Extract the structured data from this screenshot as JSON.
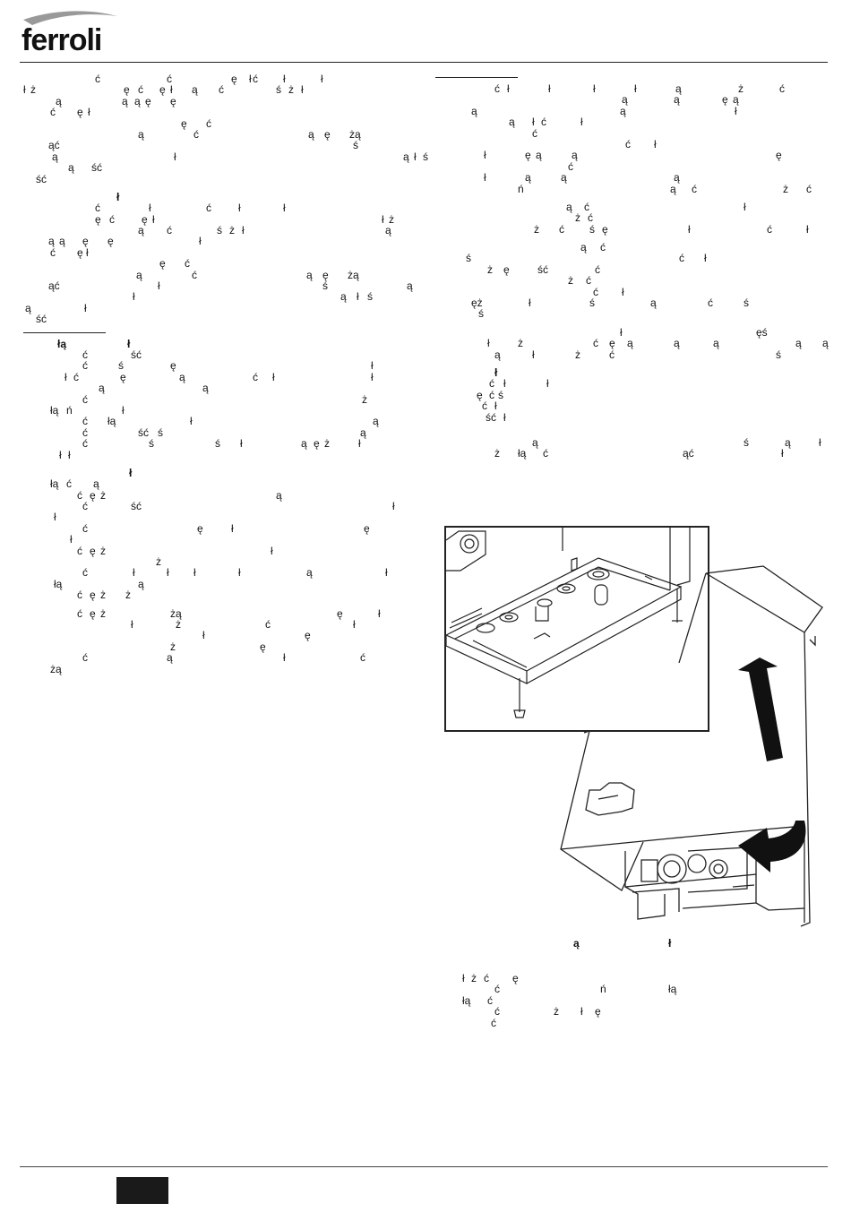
{
  "brand": {
    "logo_text": "ferroli"
  },
  "left_column": [
    [
      [
        80,
        "ć"
      ],
      [
        160,
        "ć"
      ],
      [
        232,
        "ę"
      ],
      [
        252,
        "ł"
      ],
      [
        256,
        "ć"
      ],
      [
        290,
        "ł"
      ],
      [
        332,
        "ł"
      ]
    ],
    [
      [
        0,
        "ł"
      ],
      [
        8,
        "ż"
      ],
      [
        112,
        "ę"
      ],
      [
        128,
        "ć"
      ],
      [
        152,
        "ę"
      ],
      [
        164,
        "ł"
      ],
      [
        188,
        "ą"
      ],
      [
        218,
        "ć"
      ],
      [
        282,
        "ś"
      ],
      [
        296,
        "ż"
      ],
      [
        310,
        "ł"
      ]
    ],
    [
      [
        36,
        "ą"
      ],
      [
        110,
        "ą"
      ],
      [
        124,
        "ą"
      ],
      [
        136,
        "ę"
      ],
      [
        164,
        "ę"
      ]
    ],
    [
      [
        30,
        "ć"
      ],
      [
        60,
        "ę"
      ],
      [
        72,
        "ł"
      ]
    ],
    [
      [
        176,
        "ę"
      ],
      [
        204,
        "ć"
      ]
    ],
    [
      [
        128,
        "ą"
      ],
      [
        190,
        "ć"
      ],
      [
        318,
        "ą"
      ],
      [
        336,
        "ę"
      ],
      [
        364,
        "żą"
      ]
    ],
    [
      [
        28,
        "ąć"
      ],
      [
        368,
        "ś"
      ]
    ],
    [
      [
        32,
        "ą"
      ],
      [
        168,
        "ł"
      ],
      [
        424,
        "ą"
      ],
      [
        436,
        "ł"
      ],
      [
        446,
        "ś"
      ]
    ],
    [
      [
        50,
        "ą"
      ],
      [
        76,
        "ść"
      ]
    ],
    [
      [
        14,
        "ść"
      ]
    ],
    "gap",
    [
      [
        104,
        "ł",
        true
      ]
    ],
    [
      [
        80,
        "ć"
      ],
      [
        140,
        "ł"
      ],
      [
        204,
        "ć"
      ],
      [
        240,
        "ł"
      ],
      [
        290,
        "ł"
      ]
    ],
    [
      [
        80,
        "ę"
      ],
      [
        96,
        "ć"
      ],
      [
        132,
        "ę"
      ],
      [
        144,
        "ł"
      ],
      [
        400,
        "ł"
      ],
      [
        408,
        "ż"
      ]
    ],
    [
      [
        128,
        "ą"
      ],
      [
        160,
        "ć"
      ],
      [
        216,
        "ś"
      ],
      [
        230,
        "ż"
      ],
      [
        244,
        "ł"
      ],
      [
        404,
        "ą"
      ]
    ],
    [
      [
        28,
        "ą"
      ],
      [
        40,
        "ą"
      ],
      [
        66,
        "ę"
      ],
      [
        94,
        "ę"
      ],
      [
        196,
        "ł"
      ]
    ],
    [
      [
        30,
        "ć"
      ],
      [
        60,
        "ę"
      ],
      [
        70,
        "ł"
      ]
    ],
    [
      [
        152,
        "ę"
      ],
      [
        180,
        "ć"
      ]
    ],
    [
      [
        126,
        "ą"
      ],
      [
        188,
        "ć"
      ],
      [
        316,
        "ą"
      ],
      [
        334,
        "ę"
      ],
      [
        362,
        "żą"
      ]
    ],
    [
      [
        28,
        "ąć"
      ],
      [
        150,
        "ł"
      ],
      [
        334,
        "ś"
      ],
      [
        428,
        "ą"
      ]
    ],
    [
      [
        122,
        "ł"
      ],
      [
        354,
        "ą"
      ],
      [
        372,
        "ł"
      ],
      [
        384,
        "ś"
      ]
    ],
    [
      [
        2,
        "ą"
      ],
      [
        68,
        "ł"
      ]
    ],
    [
      [
        14,
        "ść"
      ]
    ],
    "rule",
    [
      [
        38,
        "łą",
        true
      ],
      [
        116,
        "ł",
        true
      ]
    ],
    [
      [
        66,
        "ć"
      ],
      [
        120,
        "ść"
      ]
    ],
    [
      [
        66,
        "ć"
      ],
      [
        106,
        "ś"
      ],
      [
        164,
        "ę"
      ],
      [
        388,
        "ł"
      ]
    ],
    [
      [
        46,
        "ł"
      ],
      [
        56,
        "ć"
      ],
      [
        108,
        "ę"
      ],
      [
        174,
        "ą"
      ],
      [
        256,
        "ć"
      ],
      [
        278,
        "ł"
      ],
      [
        388,
        "ł"
      ]
    ],
    [
      [
        84,
        "ą"
      ],
      [
        200,
        "ą"
      ]
    ],
    [
      [
        66,
        "ć"
      ],
      [
        378,
        "ż"
      ]
    ],
    [
      [
        30,
        "łą"
      ],
      [
        48,
        "ń"
      ],
      [
        110,
        "ł"
      ]
    ],
    [
      [
        66,
        "ć"
      ],
      [
        94,
        "łą"
      ],
      [
        186,
        "ł"
      ],
      [
        390,
        "ą"
      ]
    ],
    [
      [
        66,
        "ć"
      ],
      [
        128,
        "ść"
      ],
      [
        150,
        "ś"
      ],
      [
        376,
        "ą"
      ]
    ],
    [
      [
        66,
        "ć"
      ],
      [
        140,
        "ś"
      ],
      [
        214,
        "ś"
      ],
      [
        242,
        "ł"
      ],
      [
        310,
        "ą"
      ],
      [
        324,
        "ę"
      ],
      [
        336,
        "ż"
      ],
      [
        374,
        "ł"
      ]
    ],
    [
      [
        40,
        "ł"
      ],
      [
        50,
        "ł"
      ]
    ],
    "gap",
    [
      [
        118,
        "ł",
        true
      ]
    ],
    [
      [
        30,
        "łą"
      ],
      [
        48,
        "ć"
      ],
      [
        78,
        "ą"
      ]
    ],
    [
      [
        60,
        "ć"
      ],
      [
        74,
        "ę"
      ],
      [
        86,
        "ż"
      ],
      [
        282,
        "ą"
      ]
    ],
    [
      [
        66,
        "ć"
      ],
      [
        120,
        "ść"
      ],
      [
        412,
        "ł"
      ]
    ],
    [
      [
        34,
        "ł"
      ]
    ],
    [
      [
        66,
        "ć"
      ],
      [
        194,
        "ę"
      ],
      [
        232,
        "ł"
      ],
      [
        380,
        "ę"
      ]
    ],
    [
      [
        52,
        "ł"
      ]
    ],
    [
      [
        60,
        "ć"
      ],
      [
        74,
        "ę"
      ],
      [
        86,
        "ż"
      ],
      [
        276,
        "ł"
      ]
    ],
    [
      [
        148,
        "ż"
      ]
    ],
    [
      [
        66,
        "ć"
      ],
      [
        122,
        "ł"
      ],
      [
        160,
        "ł"
      ],
      [
        190,
        "ł"
      ],
      [
        240,
        "ł"
      ],
      [
        316,
        "ą"
      ],
      [
        404,
        "ł"
      ]
    ],
    [
      [
        34,
        "łą"
      ],
      [
        128,
        "ą"
      ]
    ],
    [
      [
        60,
        "ć"
      ],
      [
        74,
        "ę"
      ],
      [
        86,
        "ż"
      ],
      [
        114,
        "ż"
      ]
    ],
    "gap",
    [
      [
        60,
        "ć"
      ],
      [
        74,
        "ę"
      ],
      [
        86,
        "ż"
      ],
      [
        164,
        "żą"
      ],
      [
        350,
        "ę"
      ],
      [
        396,
        "ł"
      ]
    ],
    [
      [
        120,
        "ł"
      ],
      [
        170,
        "ż"
      ],
      [
        270,
        "ć"
      ],
      [
        368,
        "ł"
      ]
    ],
    [
      [
        200,
        "ł"
      ],
      [
        314,
        "ę"
      ]
    ],
    [
      [
        164,
        "ż"
      ],
      [
        264,
        "ę"
      ]
    ],
    [
      [
        66,
        "ć"
      ],
      [
        160,
        "ą"
      ],
      [
        290,
        "ł"
      ],
      [
        376,
        "ć"
      ]
    ],
    [
      [
        30,
        "żą"
      ]
    ]
  ],
  "right_column": [
    "rule",
    [
      [
        66,
        "ć"
      ],
      [
        80,
        "ł"
      ],
      [
        126,
        "ł"
      ],
      [
        176,
        "ł"
      ],
      [
        222,
        "ł"
      ],
      [
        268,
        "ą"
      ],
      [
        338,
        "ż"
      ],
      [
        384,
        "ć"
      ]
    ],
    [
      [
        208,
        "ą"
      ],
      [
        266,
        "ą"
      ],
      [
        320,
        "ę"
      ],
      [
        332,
        "ą"
      ]
    ],
    [
      [
        40,
        "ą"
      ],
      [
        206,
        "ą"
      ],
      [
        334,
        "ł"
      ]
    ],
    [
      [
        82,
        "ą"
      ],
      [
        108,
        "ł"
      ],
      [
        118,
        "ć"
      ],
      [
        162,
        "ł"
      ]
    ],
    [
      [
        108,
        "ć"
      ]
    ],
    [
      [
        212,
        "ć"
      ],
      [
        244,
        "ł"
      ]
    ],
    [
      [
        54,
        "ł"
      ],
      [
        100,
        "ę"
      ],
      [
        112,
        "ą"
      ],
      [
        152,
        "ą"
      ],
      [
        380,
        "ę"
      ]
    ],
    [
      [
        148,
        "ć"
      ]
    ],
    [
      [
        54,
        "ł"
      ],
      [
        100,
        "ą"
      ],
      [
        140,
        "ą"
      ],
      [
        266,
        "ą"
      ]
    ],
    [
      [
        92,
        "ń"
      ],
      [
        262,
        "ą"
      ],
      [
        286,
        "ć"
      ],
      [
        388,
        "ż"
      ],
      [
        414,
        "ć"
      ]
    ],
    "gap",
    [
      [
        146,
        "ą"
      ],
      [
        166,
        "ć"
      ],
      [
        344,
        "ł"
      ]
    ],
    [
      [
        156,
        "ż"
      ],
      [
        170,
        "ć"
      ]
    ],
    [
      [
        110,
        "ż"
      ],
      [
        138,
        "ć"
      ],
      [
        172,
        "ś"
      ],
      [
        186,
        "ę"
      ],
      [
        282,
        "ł"
      ],
      [
        370,
        "ć"
      ],
      [
        414,
        "ł"
      ]
    ],
    "gap",
    [
      [
        162,
        "ą"
      ],
      [
        184,
        "ć"
      ]
    ],
    [
      [
        34,
        "ś"
      ],
      [
        272,
        "ć"
      ],
      [
        300,
        "ł"
      ]
    ],
    [
      [
        58,
        "ż"
      ],
      [
        76,
        "ę"
      ],
      [
        114,
        "ść"
      ],
      [
        178,
        "ć"
      ]
    ],
    [
      [
        148,
        "ż"
      ],
      [
        168,
        "ć"
      ]
    ],
    [
      [
        176,
        "ć"
      ],
      [
        208,
        "ł"
      ]
    ],
    [
      [
        40,
        "ęż"
      ],
      [
        104,
        "ł"
      ],
      [
        172,
        "ś"
      ],
      [
        240,
        "ą"
      ],
      [
        304,
        "ć"
      ],
      [
        344,
        "ś"
      ]
    ],
    [
      [
        48,
        "ś"
      ]
    ],
    "gap",
    [
      [
        206,
        "ł"
      ],
      [
        358,
        "ęś"
      ]
    ],
    [
      [
        58,
        "ł"
      ],
      [
        92,
        "ż"
      ],
      [
        176,
        "ć"
      ],
      [
        194,
        "ę"
      ],
      [
        214,
        "ą"
      ],
      [
        266,
        "ą"
      ],
      [
        310,
        "ą"
      ],
      [
        402,
        "ą"
      ],
      [
        432,
        "ą"
      ]
    ],
    [
      [
        66,
        "ą"
      ],
      [
        108,
        "ł"
      ],
      [
        156,
        "ż"
      ],
      [
        194,
        "ć"
      ],
      [
        380,
        "ś"
      ]
    ],
    "gap",
    [
      [
        66,
        "ł",
        true
      ]
    ],
    [
      [
        60,
        "ć"
      ],
      [
        76,
        "ł"
      ],
      [
        124,
        "ł"
      ]
    ],
    [
      [
        46,
        "ę"
      ],
      [
        60,
        "ć"
      ],
      [
        70,
        "ś"
      ]
    ],
    [
      [
        52,
        "ć"
      ],
      [
        66,
        "ł"
      ]
    ],
    [
      [
        56,
        "ść"
      ],
      [
        76,
        "ł"
      ]
    ],
    "gap",
    "gap",
    [
      [
        108,
        "ą"
      ],
      [
        344,
        "ś"
      ],
      [
        390,
        "ą"
      ],
      [
        428,
        "ł"
      ]
    ],
    [
      [
        66,
        "ż"
      ],
      [
        92,
        "łą"
      ],
      [
        120,
        "ć"
      ],
      [
        276,
        "ąć"
      ],
      [
        386,
        "ł"
      ]
    ]
  ],
  "figure_caption": [
    [
      0,
      "ą",
      true
    ],
    [
      106,
      "ł",
      true
    ]
  ],
  "bottom_text": [
    [
      [
        0,
        "ł"
      ],
      [
        10,
        "ż"
      ],
      [
        24,
        "ć"
      ],
      [
        56,
        "ę"
      ]
    ],
    [
      [
        36,
        "ć"
      ],
      [
        154,
        "ń"
      ],
      [
        230,
        "łą"
      ]
    ],
    [
      [
        0,
        "łą"
      ],
      [
        28,
        "ć"
      ]
    ],
    [
      [
        36,
        "ć"
      ],
      [
        102,
        "ż"
      ],
      [
        132,
        "ł"
      ],
      [
        148,
        "ę"
      ]
    ],
    [
      [
        32,
        "ć"
      ]
    ]
  ]
}
